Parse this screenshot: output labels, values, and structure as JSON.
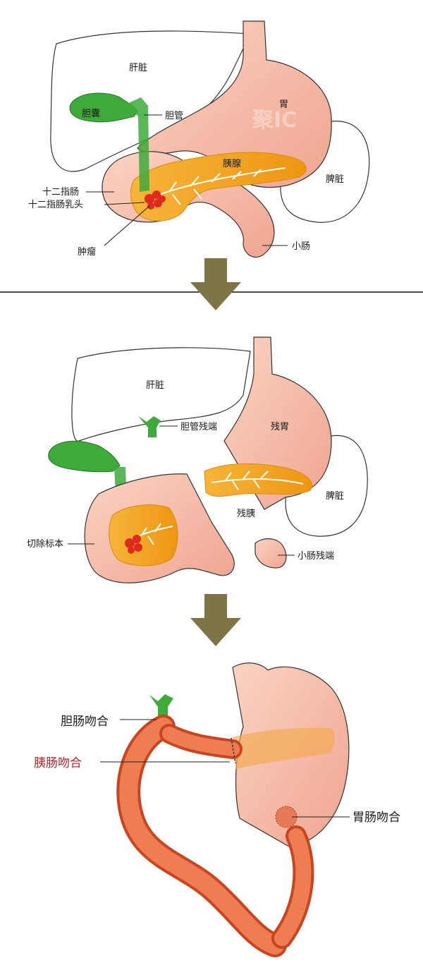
{
  "panel1": {
    "liver": "肝脏",
    "gallbladder": "胆囊",
    "bile_duct": "胆管",
    "stomach": "胃",
    "pancreas": "胰腺",
    "spleen": "脾脏",
    "duodenum": "十二指肠",
    "papilla": "十二指肠乳头",
    "tumor": "肿瘤",
    "small_intestine": "小肠"
  },
  "panel2": {
    "liver": "肝脏",
    "bile_duct_stump": "胆管残端",
    "remnant_stomach": "残胃",
    "remnant_pancreas": "残胰",
    "spleen": "脾脏",
    "resected_specimen": "切除标本",
    "small_intestine_stump": "小肠残端"
  },
  "panel3": {
    "bilioenteric": "胆肠吻合",
    "pancreaticoenteric": "胰肠吻合",
    "gastroenteric": "胃肠吻合"
  },
  "colors": {
    "liver_outline": "#333333",
    "gallbladder": "#3daa3a",
    "stomach": "#f4b9a6",
    "pancreas": "#f2a21c",
    "tumor": "#e12a1f",
    "intestine": "#e8683f",
    "arrow": "#7d7547",
    "highlight_label": "#b3262a"
  },
  "icons": [
    "down-arrow-icon",
    "down-arrow-icon"
  ]
}
